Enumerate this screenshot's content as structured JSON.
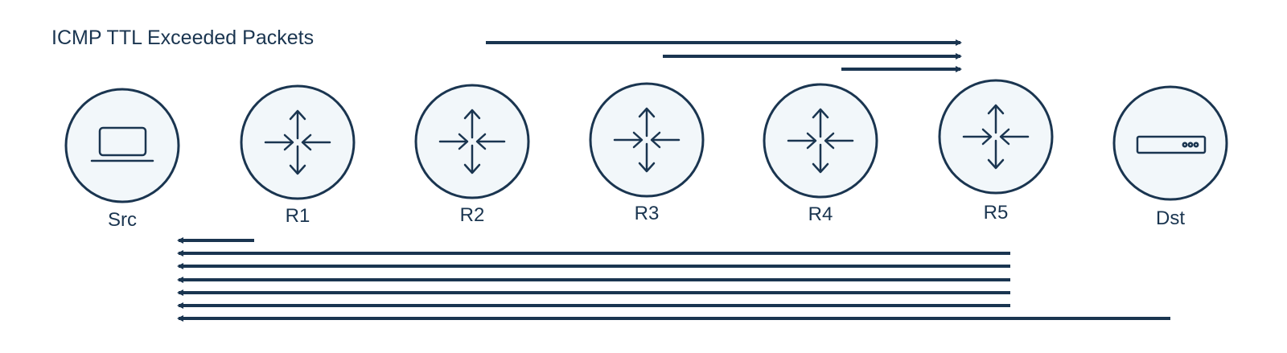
{
  "title": "ICMP TTL Exceeded Packets",
  "colors": {
    "stroke": "#1a3550",
    "node_fill": "#f2f7fa",
    "text": "#1a3550",
    "background": "#ffffff"
  },
  "nodes": [
    {
      "id": "src",
      "label": "Src",
      "icon": "laptop-icon"
    },
    {
      "id": "r1",
      "label": "R1",
      "icon": "router-icon"
    },
    {
      "id": "r2",
      "label": "R2",
      "icon": "router-icon"
    },
    {
      "id": "r3",
      "label": "R3",
      "icon": "router-icon"
    },
    {
      "id": "r4",
      "label": "R4",
      "icon": "router-icon"
    },
    {
      "id": "r5",
      "label": "R5",
      "icon": "router-icon"
    },
    {
      "id": "dst",
      "label": "Dst",
      "icon": "server-icon"
    }
  ]
}
